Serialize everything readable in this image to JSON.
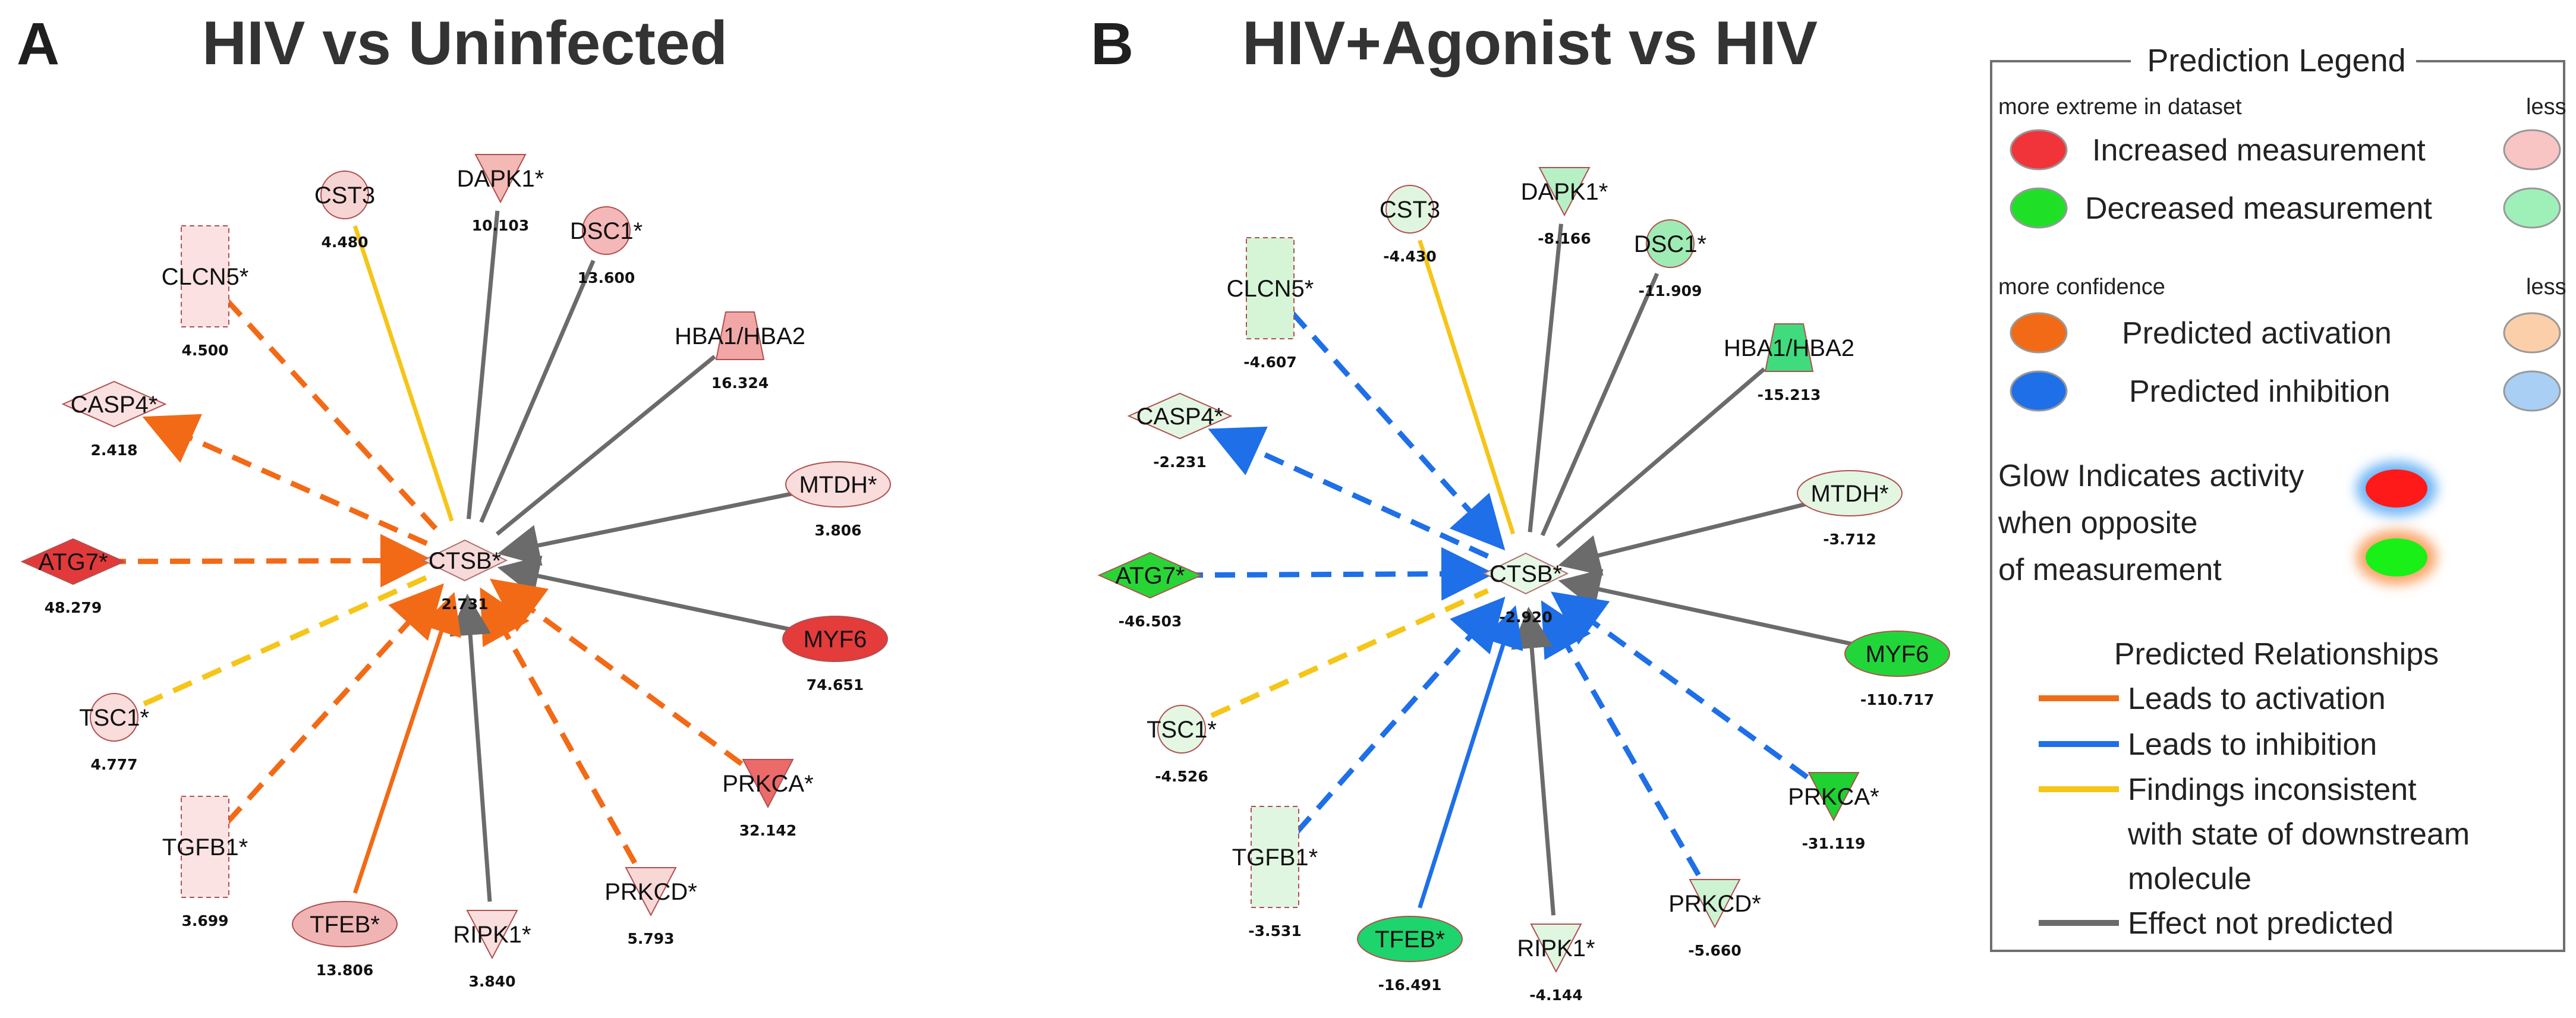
{
  "panels": [
    {
      "id": "A",
      "letter": "A",
      "title": "HIV vs Uninfected",
      "center": {
        "label": "CTSB*",
        "value": "2.731",
        "fill": "#f7d9d9"
      },
      "nodes": [
        {
          "key": "cst3",
          "label": "CST3",
          "value": "4.480",
          "shape": "circle",
          "fill": "#f7d4d4",
          "edge": "inconsistent",
          "dash": false,
          "arrow": false
        },
        {
          "key": "dapk1",
          "label": "DAPK1*",
          "value": "10.103",
          "shape": "triangle-down",
          "fill": "#f3b9b4",
          "edge": "none",
          "dash": false,
          "arrow": false
        },
        {
          "key": "dsc1",
          "label": "DSC1*",
          "value": "13.600",
          "shape": "circle",
          "fill": "#f4b8b8",
          "edge": "none",
          "dash": false,
          "arrow": false
        },
        {
          "key": "hba",
          "label": "HBA1/HBA2",
          "value": "16.324",
          "shape": "trapezoid",
          "fill": "#f2a7a7",
          "edge": "none",
          "dash": false,
          "arrow": false
        },
        {
          "key": "mtdh",
          "label": "MTDH*",
          "value": "3.806",
          "shape": "ellipse",
          "fill": "#f9dcdc",
          "edge": "none",
          "dash": false,
          "arrow": true
        },
        {
          "key": "myf6",
          "label": "MYF6",
          "value": "74.651",
          "shape": "ellipse",
          "fill": "#e43b3b",
          "edge": "none",
          "dash": false,
          "arrow": true
        },
        {
          "key": "prkca",
          "label": "PRKCA*",
          "value": "32.142",
          "shape": "triangle-down",
          "fill": "#ec6a6a",
          "edge": "activation",
          "dash": true,
          "arrow": true
        },
        {
          "key": "prkcd",
          "label": "PRKCD*",
          "value": "5.793",
          "shape": "triangle-down",
          "fill": "#f8d8d6",
          "edge": "activation",
          "dash": true,
          "arrow": true
        },
        {
          "key": "ripk1",
          "label": "RIPK1*",
          "value": "3.840",
          "shape": "triangle-down",
          "fill": "#f9dede",
          "edge": "none",
          "dash": false,
          "arrow": true
        },
        {
          "key": "tfeb",
          "label": "TFEB*",
          "value": "13.806",
          "shape": "ellipse",
          "fill": "#f1b4b4",
          "edge": "activation",
          "dash": false,
          "arrow": true
        },
        {
          "key": "tgfb1",
          "label": "TGFB1*",
          "value": "3.699",
          "shape": "rect-dashed",
          "fill": "#fbe3e3",
          "edge": "activation",
          "dash": true,
          "arrow": true
        },
        {
          "key": "tsc1",
          "label": "TSC1*",
          "value": "4.777",
          "shape": "circle",
          "fill": "#f9dcdc",
          "edge": "inconsistent",
          "dash": true,
          "arrow": false
        },
        {
          "key": "atg7",
          "label": "ATG7*",
          "value": "48.279",
          "shape": "diamond",
          "fill": "#e23a3a",
          "edge": "activation",
          "dash": true,
          "arrow": true
        },
        {
          "key": "casp4",
          "label": "CASP4*",
          "value": "2.418",
          "shape": "diamond",
          "fill": "#fae0e0",
          "edge": "activation",
          "dash": true,
          "arrow": true,
          "reverse": true
        },
        {
          "key": "clcn5",
          "label": "CLCN5*",
          "value": "4.500",
          "shape": "rect-dashed",
          "fill": "#fbe1e1",
          "edge": "activation",
          "dash": true,
          "arrow": false
        }
      ]
    },
    {
      "id": "B",
      "letter": "B",
      "title": "HIV+Agonist vs HIV",
      "center": {
        "label": "CTSB*",
        "value": "-2.920",
        "fill": "#e6f8e6"
      },
      "nodes": [
        {
          "key": "cst3",
          "label": "CST3",
          "value": "-4.430",
          "shape": "circle",
          "fill": "#dff5df",
          "edge": "inconsistent",
          "dash": false,
          "arrow": false
        },
        {
          "key": "dapk1",
          "label": "DAPK1*",
          "value": "-8.166",
          "shape": "triangle-down",
          "fill": "#b8f0c6",
          "edge": "none",
          "dash": false,
          "arrow": false
        },
        {
          "key": "dsc1",
          "label": "DSC1*",
          "value": "-11.909",
          "shape": "circle",
          "fill": "#9eecb4",
          "edge": "none",
          "dash": false,
          "arrow": false
        },
        {
          "key": "hba",
          "label": "HBA1/HBA2",
          "value": "-15.213",
          "shape": "trapezoid",
          "fill": "#3fdb7c",
          "edge": "none",
          "dash": false,
          "arrow": false
        },
        {
          "key": "mtdh",
          "label": "MTDH*",
          "value": "-3.712",
          "shape": "ellipse",
          "fill": "#e2f6e2",
          "edge": "none",
          "dash": false,
          "arrow": true
        },
        {
          "key": "myf6",
          "label": "MYF6",
          "value": "-110.717",
          "shape": "ellipse",
          "fill": "#22d63a",
          "edge": "none",
          "dash": false,
          "arrow": true
        },
        {
          "key": "prkca",
          "label": "PRKCA*",
          "value": "-31.119",
          "shape": "triangle-down",
          "fill": "#1fd132",
          "edge": "inhibition",
          "dash": true,
          "arrow": true
        },
        {
          "key": "prkcd",
          "label": "PRKCD*",
          "value": "-5.660",
          "shape": "triangle-down",
          "fill": "#cdf3d2",
          "edge": "inhibition",
          "dash": true,
          "arrow": true
        },
        {
          "key": "ripk1",
          "label": "RIPK1*",
          "value": "-4.144",
          "shape": "triangle-down",
          "fill": "#dff6e0",
          "edge": "none",
          "dash": false,
          "arrow": true
        },
        {
          "key": "tfeb",
          "label": "TFEB*",
          "value": "-16.491",
          "shape": "ellipse",
          "fill": "#1ed46c",
          "edge": "inhibition",
          "dash": false,
          "arrow": true
        },
        {
          "key": "tgfb1",
          "label": "TGFB1*",
          "value": "-3.531",
          "shape": "rect-dashed",
          "fill": "#e0f6e0",
          "edge": "inhibition",
          "dash": true,
          "arrow": true
        },
        {
          "key": "tsc1",
          "label": "TSC1*",
          "value": "-4.526",
          "shape": "circle",
          "fill": "#e3f7e3",
          "edge": "inconsistent",
          "dash": true,
          "arrow": false
        },
        {
          "key": "atg7",
          "label": "ATG7*",
          "value": "-46.503",
          "shape": "diamond",
          "fill": "#29d536",
          "edge": "inhibition",
          "dash": true,
          "arrow": true
        },
        {
          "key": "casp4",
          "label": "CASP4*",
          "value": "-2.231",
          "shape": "diamond",
          "fill": "#e3f6e3",
          "edge": "inhibition",
          "dash": true,
          "arrow": true,
          "reverse": true
        },
        {
          "key": "clcn5",
          "label": "CLCN5*",
          "value": "-4.607",
          "shape": "rect-dashed",
          "fill": "#d6f5d6",
          "edge": "inhibition",
          "dash": true,
          "arrow": true
        }
      ]
    }
  ],
  "legend": {
    "title": "Prediction Legend",
    "more_extreme": "more extreme in dataset",
    "less_1": "less",
    "increased": "Increased measurement",
    "decreased": "Decreased measurement",
    "more_confidence": "more confidence",
    "less_2": "less",
    "pred_activation": "Predicted activation",
    "pred_inhibition": "Predicted inhibition",
    "glow_line1": "Glow Indicates activity",
    "glow_line2": "when opposite",
    "glow_line3": "of measurement",
    "relationships_title": "Predicted Relationships",
    "rel_activation": "Leads to activation",
    "rel_inhibition": "Leads to inhibition",
    "rel_inconsistent_1": "Findings inconsistent",
    "rel_inconsistent_2": "with state of downstream",
    "rel_inconsistent_3": "molecule",
    "rel_none": "Effect not predicted"
  },
  "colors": {
    "activation": "#f26a16",
    "inhibition": "#1e6fe8",
    "inconsistent": "#f5c518",
    "none": "#6b6b6b",
    "increased_strong": "#f0343a",
    "increased_light": "#f9c4c4",
    "decreased_strong": "#1fe027",
    "decreased_light": "#9ff0b8",
    "activation_strong": "#f26a16",
    "activation_light": "#fbcfaa",
    "inhibition_strong": "#1e6fe8",
    "inhibition_light": "#a9cff5"
  }
}
